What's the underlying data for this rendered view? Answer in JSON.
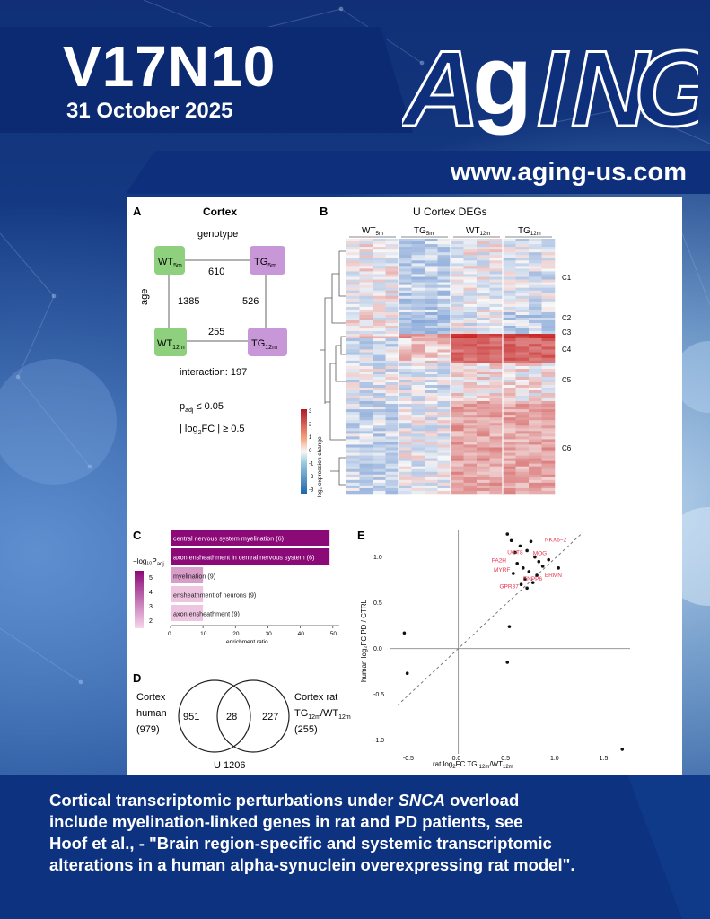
{
  "header": {
    "volume": "V17N10",
    "date": "31 October 2025",
    "logo": {
      "letters": [
        "A",
        "g",
        "I",
        "N",
        "G"
      ]
    },
    "url": "www.aging-us.com"
  },
  "figure": {
    "panel_a": {
      "label": "A",
      "title": "Cortex",
      "genotype_label": "genotype",
      "age_label": "age",
      "nodes": [
        {
          "base": "WT",
          "sub": "5m"
        },
        {
          "base": "TG",
          "sub": "5m"
        },
        {
          "base": "WT",
          "sub": "12m"
        },
        {
          "base": "TG",
          "sub": "12m"
        }
      ],
      "edges": {
        "top": "610",
        "left": "1385",
        "right": "526",
        "bottom": "255"
      },
      "interaction": "interaction: 197",
      "padj": {
        "base": "p",
        "sub": "adj",
        "rest": " ≤ 0.05"
      },
      "log2fc": {
        "pre": "| log",
        "sub": "2",
        "rest": "FC | ≥ 0.5"
      }
    },
    "panel_b": {
      "label": "B",
      "title": "U Cortex DEGs",
      "columns": [
        {
          "base": "WT",
          "sub": "5m"
        },
        {
          "base": "TG",
          "sub": "5m"
        },
        {
          "base": "WT",
          "sub": "12m"
        },
        {
          "base": "TG",
          "sub": "12m"
        }
      ],
      "clusters": [
        "C1",
        "C2",
        "C3",
        "C4",
        "C5",
        "C6"
      ],
      "legend_title": "log₂ expression change",
      "legend_ticks": [
        "3",
        "2",
        "1",
        "0",
        "-1",
        "-2",
        "-3"
      ]
    },
    "panel_c": {
      "label": "C",
      "legend_title": "−log₁₀P",
      "legend_sub": "adj",
      "legend_ticks": [
        "5",
        "4",
        "3",
        "2"
      ],
      "xlabel": "enrichment ratio",
      "xticks": [
        "0",
        "10",
        "20",
        "30",
        "40",
        "50"
      ]
    },
    "panel_d": {
      "label": "D",
      "left_label": [
        "Cortex",
        "human",
        "(979)"
      ],
      "right_label_line1": "Cortex rat",
      "right_label_line2": {
        "a": "TG",
        "a_sub": "12m",
        "b": "/WT",
        "b_sub": "12m"
      },
      "right_label_line3": "(255)",
      "left_only": "951",
      "intersection": "28",
      "right_only": "227",
      "union": "U 1206"
    },
    "panel_e": {
      "label": "E",
      "ylabel": "human log₂FC PD / CTRL",
      "xlabel": {
        "pre": "rat log",
        "s1": "2",
        "mid": "FC TG ",
        "s2": "12m",
        "mid2": "/WT",
        "s3": "12m"
      },
      "xticks": [
        "-0.5",
        "0.0",
        "0.5",
        "1.0",
        "1.5"
      ],
      "yticks": [
        "1.0",
        "0.5",
        "0.0",
        "-0.5",
        "-1.0"
      ]
    }
  },
  "chart_data": [
    {
      "type": "bar",
      "orientation": "horizontal",
      "categories": [
        "central nervous system myelination (6)",
        "axon ensheathment in central nervous system (6)",
        "myelination (9)",
        "ensheathment of neurons (9)",
        "axon ensheathment (9)"
      ],
      "values": [
        49,
        49,
        10,
        10,
        10
      ],
      "color_values": [
        5.6,
        5.6,
        3.0,
        2.3,
        2.3
      ],
      "xlabel": "enrichment ratio",
      "xlim": [
        0,
        52
      ],
      "colors": {
        "high": "#8b0a78",
        "low": "#f7d6ea"
      }
    },
    {
      "type": "scatter",
      "xlim": [
        -0.7,
        1.75
      ],
      "ylim": [
        -1.15,
        1.3
      ],
      "reference_line": "y = x",
      "points": [
        {
          "x": -0.55,
          "y": 0.17
        },
        {
          "x": -0.52,
          "y": -0.27
        },
        {
          "x": 0.5,
          "y": 1.25
        },
        {
          "x": 0.54,
          "y": 1.18
        },
        {
          "x": 0.58,
          "y": 1.05
        },
        {
          "x": 0.63,
          "y": 1.12
        },
        {
          "x": 0.7,
          "y": 1.07
        },
        {
          "x": 0.74,
          "y": 1.17
        },
        {
          "x": 0.78,
          "y": 1.0
        },
        {
          "x": 0.82,
          "y": 0.95
        },
        {
          "x": 0.86,
          "y": 0.9
        },
        {
          "x": 0.92,
          "y": 0.97
        },
        {
          "x": 0.6,
          "y": 0.93
        },
        {
          "x": 0.66,
          "y": 0.88
        },
        {
          "x": 0.72,
          "y": 0.84
        },
        {
          "x": 0.8,
          "y": 0.8
        },
        {
          "x": 0.56,
          "y": 0.82
        },
        {
          "x": 0.68,
          "y": 0.76
        },
        {
          "x": 0.76,
          "y": 0.72
        },
        {
          "x": 0.64,
          "y": 0.7
        },
        {
          "x": 1.02,
          "y": 0.88
        },
        {
          "x": 0.7,
          "y": 0.66
        },
        {
          "x": 0.52,
          "y": 0.24
        },
        {
          "x": 0.5,
          "y": -0.15
        },
        {
          "x": 1.67,
          "y": -1.1
        }
      ],
      "labels": [
        {
          "text": "NKX6−2",
          "x": 0.88,
          "y": 1.17
        },
        {
          "text": "UGT8",
          "x": 0.5,
          "y": 1.03
        },
        {
          "text": "MOG",
          "x": 0.76,
          "y": 1.02
        },
        {
          "text": "FA2H",
          "x": 0.34,
          "y": 0.94
        },
        {
          "text": "MYRF",
          "x": 0.36,
          "y": 0.84
        },
        {
          "text": "ERMN",
          "x": 0.88,
          "y": 0.78
        },
        {
          "text": "ENPP6",
          "x": 0.66,
          "y": 0.74
        },
        {
          "text": "GPR37",
          "x": 0.42,
          "y": 0.66
        }
      ]
    }
  ],
  "caption": {
    "line1_pre": "Cortical transcriptomic perturbations under ",
    "line1_em": "SNCA",
    "line1_post": " overload",
    "line2": "include myelination-linked genes in rat and PD patients, see",
    "line3": "Hoof et al., - \"Brain region-specific and systemic transcriptomic",
    "line4": "alterations in a human alpha-synuclein overexpressing rat model\"."
  }
}
